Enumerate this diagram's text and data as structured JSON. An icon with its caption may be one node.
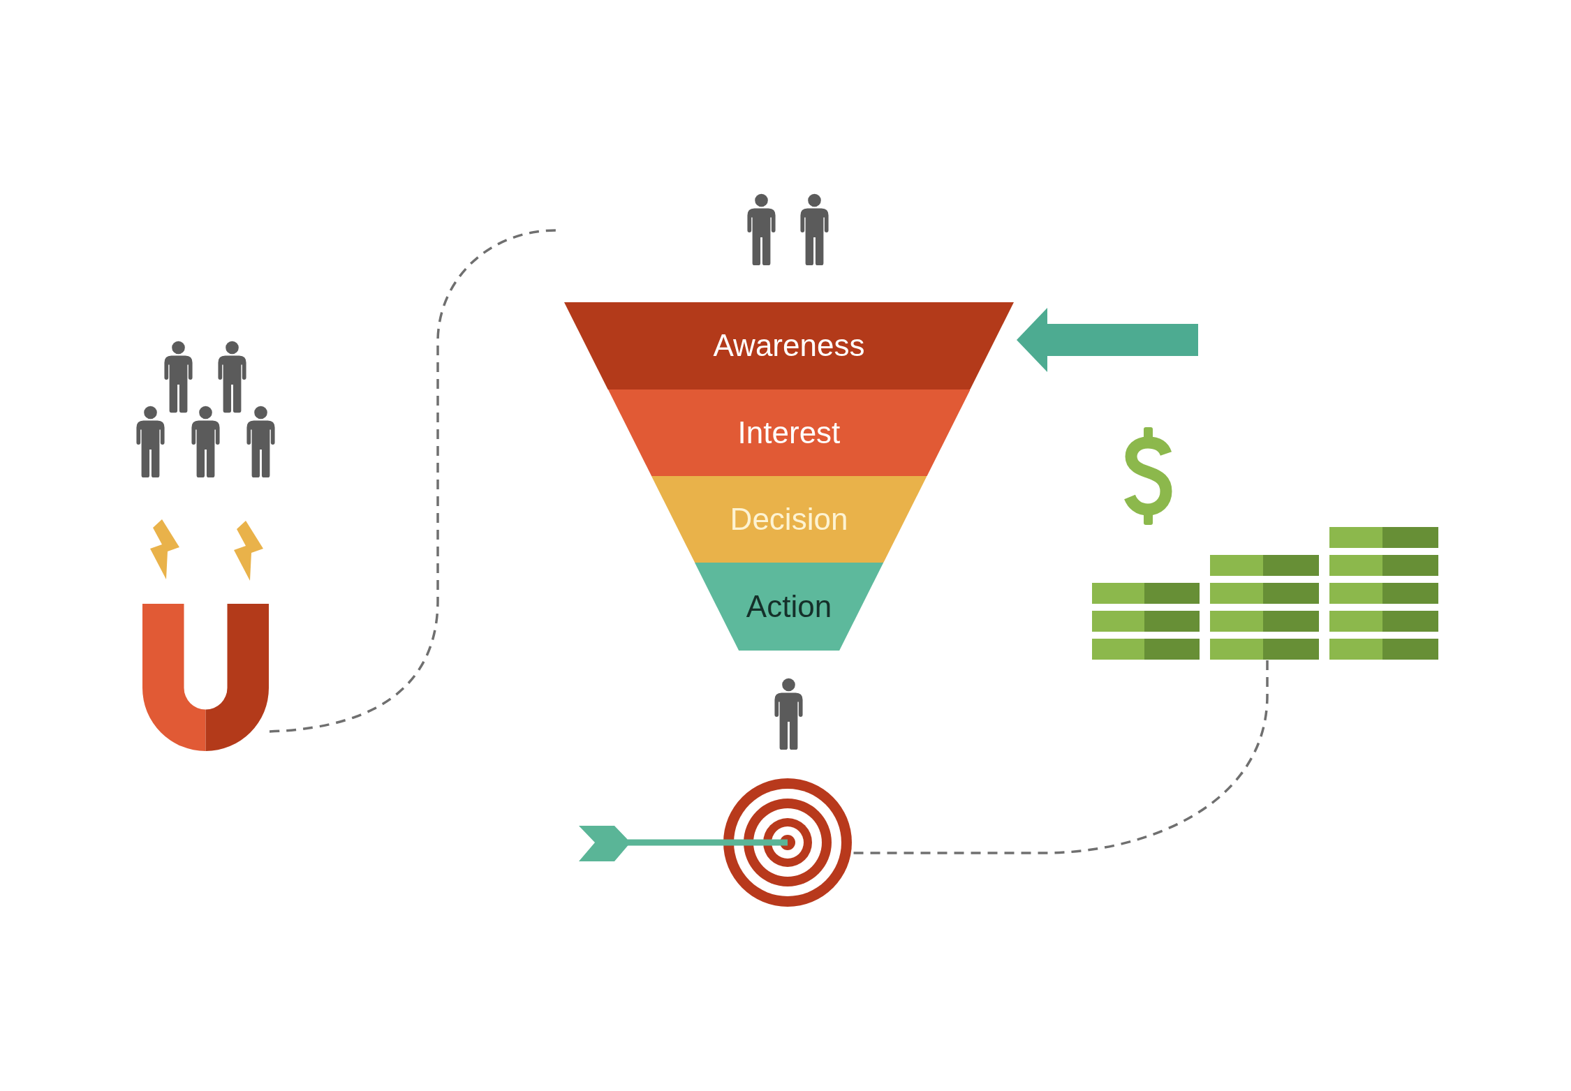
{
  "diagram": {
    "nodes": [
      {
        "text": [
          "Awareness"
        ]
      },
      {
        "text": [
          "Interest"
        ]
      },
      {
        "text": [
          "Decision"
        ]
      },
      {
        "text": [
          "Action"
        ]
      },
      {
        "text": [],
        "shape": "picture"
      },
      {
        "text": [],
        "shape": "picture"
      },
      {
        "text": [],
        "shape": "picture"
      }
    ],
    "edges": [
      {
        "from": null,
        "to": 0,
        "arrow": "to",
        "style": "thick",
        "color": "#4dab91"
      },
      {
        "from": 4,
        "to": null,
        "arrow": "none",
        "style": "dashed"
      },
      {
        "from": 6,
        "to": 5,
        "arrow": "none",
        "style": "dashed"
      }
    ]
  }
}
